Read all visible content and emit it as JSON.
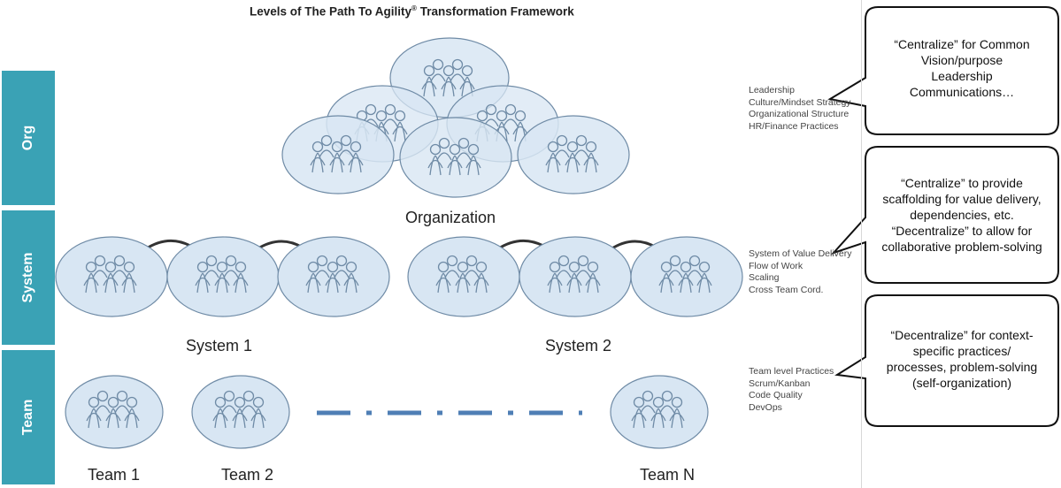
{
  "title": {
    "pre": "Levels of The Path To Agility",
    "reg": "®",
    "post": " Transformation Framework"
  },
  "tabs": {
    "org": "Org",
    "system": "System",
    "team": "Team"
  },
  "labels": {
    "organization": "Organization",
    "system1": "System 1",
    "system2": "System 2",
    "team1": "Team 1",
    "team2": "Team 2",
    "teamN": "Team N"
  },
  "notes": {
    "org": [
      "Leadership",
      "Culture/Mindset Strategy",
      "Organizational Structure",
      "HR/Finance Practices"
    ],
    "system": [
      "System of Value Delivery",
      "Flow of Work",
      "Scaling",
      "Cross Team Cord."
    ],
    "team": [
      "Team level Practices",
      "Scrum/Kanban",
      "Code Quality",
      "DevOps"
    ]
  },
  "bubbles": {
    "org": [
      "“Centralize” for Common",
      "Vision/purpose",
      "Leadership",
      "Communications…"
    ],
    "system": [
      "“Centralize” to provide",
      "scaffolding for value delivery,",
      "dependencies, etc.",
      "“Decentralize” to allow for",
      "collaborative problem-solving"
    ],
    "team": [
      "“Decentralize” for context-",
      "specific practices/",
      "processes, problem-solving",
      "(self-organization)"
    ]
  },
  "colors": {
    "tab": "#3aa2b5",
    "ellipse_fill": "#d8e6f3",
    "ellipse_stroke": "#6f8ba6",
    "dash": "#4f7fb5",
    "connector": "#333333"
  }
}
